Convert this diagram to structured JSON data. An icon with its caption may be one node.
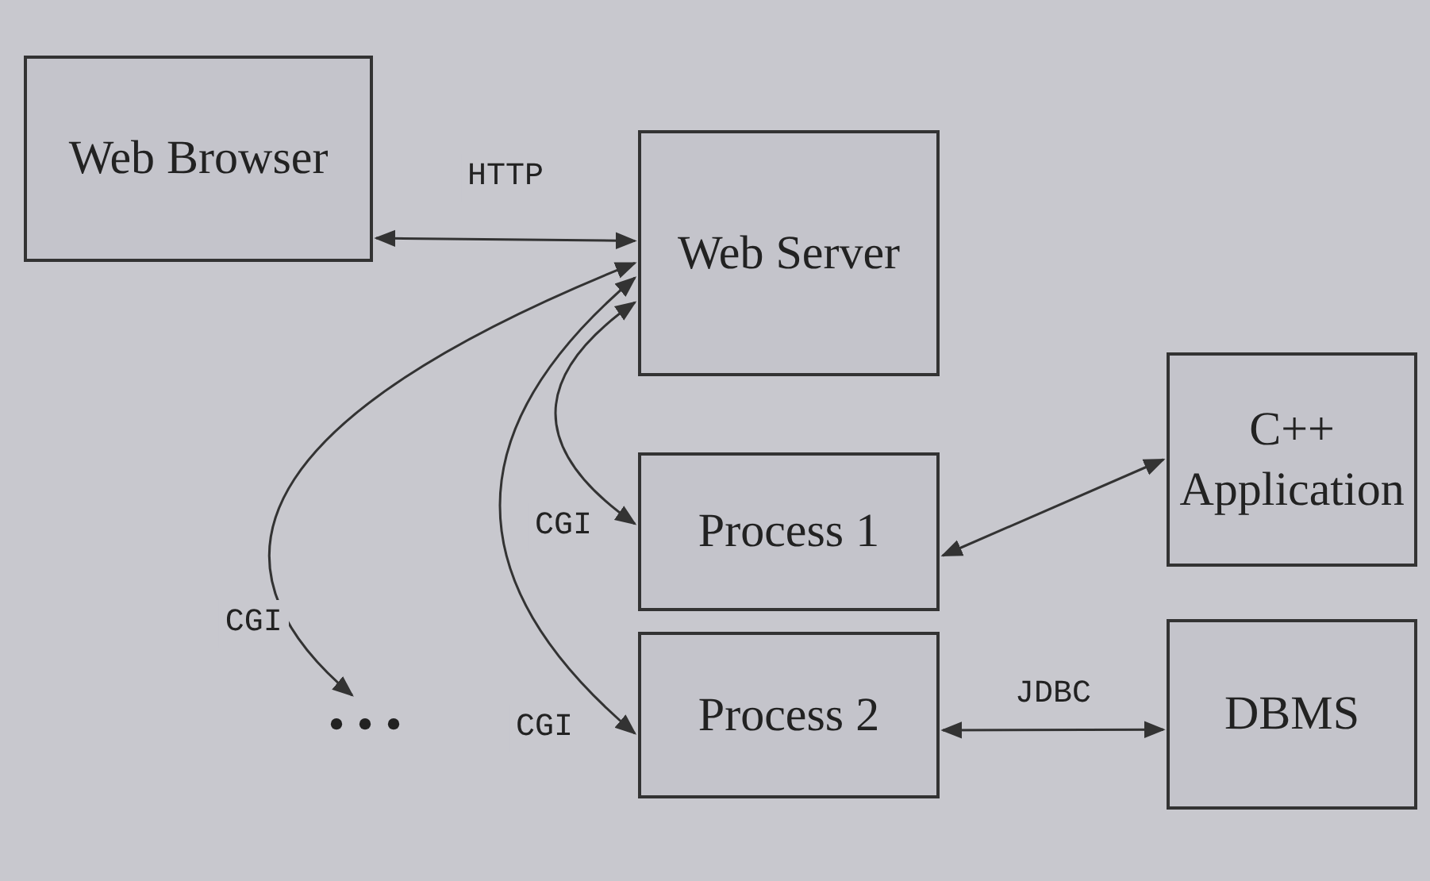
{
  "diagram": {
    "nodes": [
      {
        "text": [
          "Web Browser"
        ]
      },
      {
        "text": [
          "Web Server"
        ]
      },
      {
        "text": [
          "Process 1"
        ]
      },
      {
        "text": [
          "Process 2"
        ]
      },
      {
        "text": [
          "C++ Application"
        ]
      },
      {
        "text": [
          "DBMS"
        ]
      },
      {
        "text": [
          "• • •"
        ]
      }
    ],
    "edges": [
      {
        "from": 0,
        "to": 1,
        "arrow": "both",
        "label": "HTTP"
      },
      {
        "from": 1,
        "to": 2,
        "arrow": "both",
        "label": "CGI"
      },
      {
        "from": 1,
        "to": 3,
        "arrow": "both",
        "label": "CGI"
      },
      {
        "from": 1,
        "to": 6,
        "arrow": "both",
        "label": "CGI"
      },
      {
        "from": 2,
        "to": 4,
        "arrow": "both"
      },
      {
        "from": 3,
        "to": 5,
        "arrow": "both",
        "label": "JDBC"
      }
    ]
  }
}
